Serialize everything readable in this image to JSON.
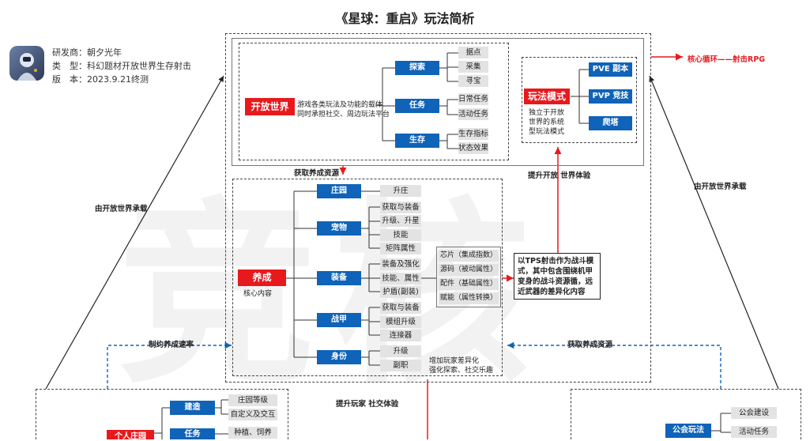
{
  "title": "《星球：重启》玩法简析",
  "meta": {
    "developer_key": "研发商：",
    "developer": "朝夕光年",
    "genre_key": "类　型：",
    "genre": "科幻题材开放世界生存射击",
    "version_key": "版　本：",
    "version": "2023.9.21终测"
  },
  "watermark": "竞核",
  "open_world": {
    "label": "开放世界",
    "desc_line1": "游戏各类玩法及功能的载体",
    "desc_line2": "同时承担社交、周边玩法平台",
    "branches": [
      {
        "label": "探索",
        "items": [
          "据点",
          "采集",
          "寻宝"
        ]
      },
      {
        "label": "任务",
        "items": [
          "日常任务",
          "活动任务"
        ]
      },
      {
        "label": "生存",
        "items": [
          "生存指标",
          "状态效果"
        ]
      }
    ]
  },
  "play_mode": {
    "label": "玩法模式",
    "desc_line1": "独立于开放",
    "desc_line2": "世界的系统",
    "desc_line3": "型玩法模式",
    "items": [
      "PVE 副本",
      "PVP 竞技",
      "爬塔"
    ]
  },
  "core_loop": "核心循环——射击RPG",
  "get_resources_top": "获取养成资源",
  "improve_world": "提升开放 世界体验",
  "by_world_left": "由开放世界承载",
  "by_world_right": "由开放世界承载",
  "growth": {
    "label": "养成",
    "sub": "核心内容",
    "branches": [
      {
        "label": "庄园",
        "items": [
          "升庄"
        ]
      },
      {
        "label": "宠物",
        "items": [
          "获取与装备",
          "升级、升星",
          "技能",
          "矩阵属性"
        ]
      },
      {
        "label": "装备",
        "items": [
          "装备及强化",
          "技能、属性",
          "护盾(副装)"
        ]
      },
      {
        "label": "战甲",
        "items": [
          "获取与装备",
          "模组升级",
          "连接器"
        ]
      },
      {
        "label": "身份",
        "items": [
          "升级",
          "副职"
        ]
      }
    ],
    "chips": [
      "芯片（集成指数）",
      "源码（被动属性）",
      "配件（基础属性）",
      "赋能（属性转换）"
    ],
    "identity_note_line1": "增加玩家差异化",
    "identity_note_line2": "强化探索、社交乐趣"
  },
  "tps_note": "以TPS射击作为战斗模式，其中包含围绕机甲变身的战斗资源循，远近武器的差异化内容",
  "limit_speed": "制约养成速率",
  "get_resources_right": "获取养成资源",
  "improve_social": "提升玩家 社交体验",
  "bottom_left": {
    "items": [
      {
        "label": "建造",
        "subs": [
          "庄园等级",
          "自定义及交互"
        ]
      },
      {
        "label": "任务",
        "subs": [
          "种植、饲养"
        ]
      }
    ],
    "red_label": "个人庄园"
  },
  "bottom_right": {
    "label": "公会玩法",
    "items": [
      "公会建设",
      "活动任务"
    ]
  },
  "colors": {
    "accent_red": "#e8191d",
    "accent_blue": "#0f63b8",
    "chip_gray": "#e3e3e3"
  }
}
